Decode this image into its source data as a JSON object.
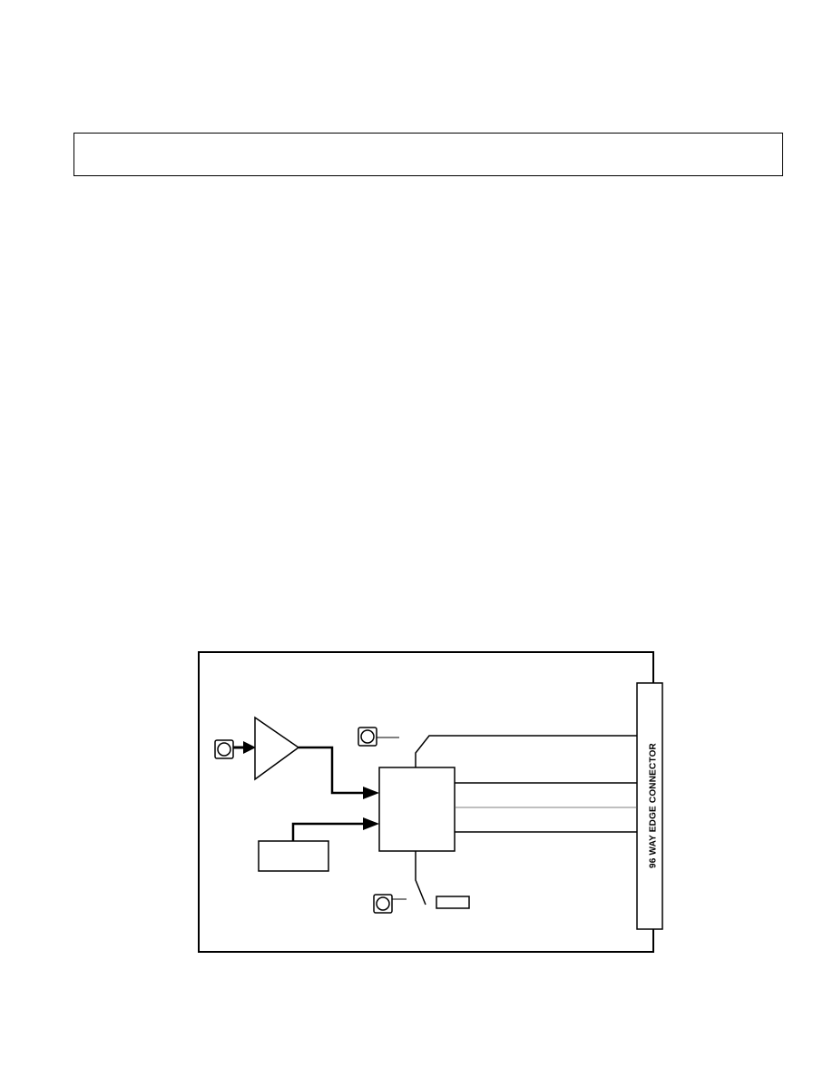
{
  "page": {
    "header_box_text": ""
  },
  "diagram": {
    "connector_label": "96 WAY EDGE CONNECTOR",
    "colors": {
      "stroke": "#000000",
      "fill": "#ffffff",
      "fine_line": "#555555"
    },
    "components": [
      "input-jack-icon",
      "amplifier-triangle-icon",
      "central-processing-block",
      "source-block",
      "top-jack-icon",
      "top-switch-icon",
      "bottom-jack-icon",
      "bottom-switch-icon",
      "small-component-block",
      "edge-connector"
    ]
  }
}
